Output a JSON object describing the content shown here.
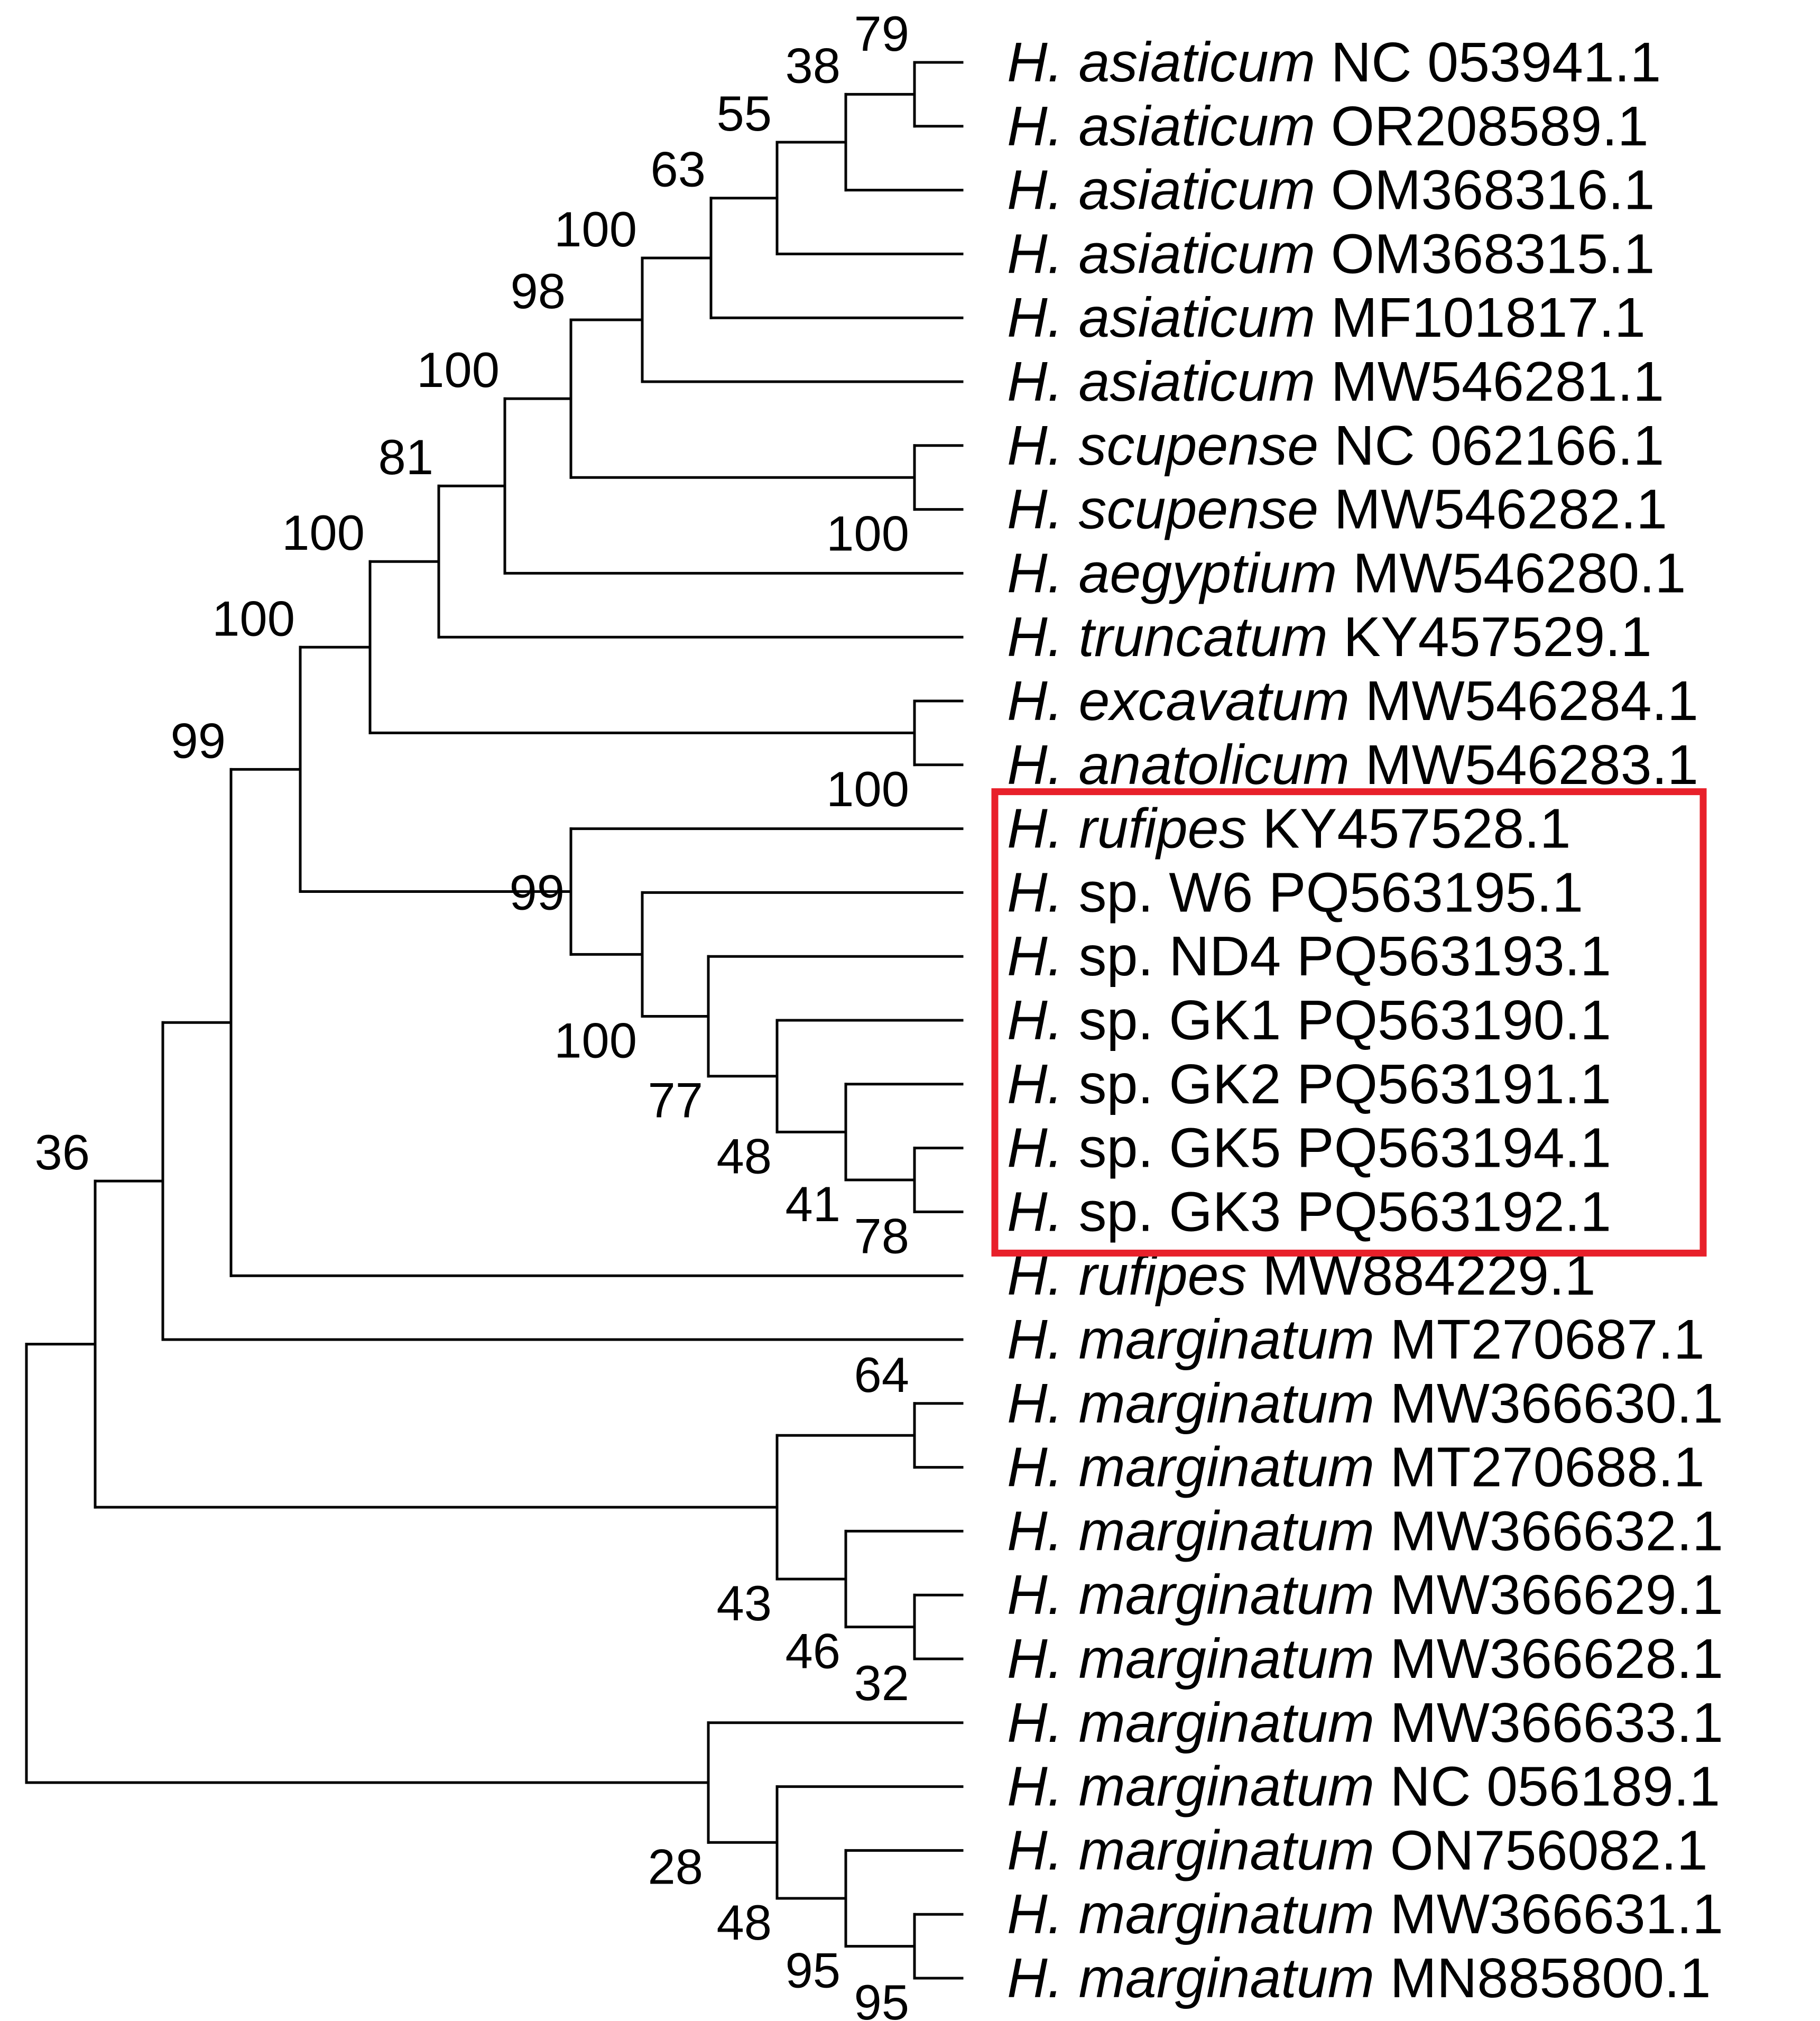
{
  "colors": {
    "highlight_box": "#e8202a",
    "highlight_support": "#1faa4b",
    "lines": "#000000",
    "text": "#000000"
  },
  "tips": [
    {
      "genus": "H.",
      "epithet": "asiaticum",
      "accession": "NC 053941.1"
    },
    {
      "genus": "H.",
      "epithet": "asiaticum",
      "accession": "OR208589.1"
    },
    {
      "genus": "H.",
      "epithet": "asiaticum",
      "accession": "OM368316.1"
    },
    {
      "genus": "H.",
      "epithet": "asiaticum",
      "accession": "OM368315.1"
    },
    {
      "genus": "H.",
      "epithet": "asiaticum",
      "accession": "MF101817.1"
    },
    {
      "genus": "H.",
      "epithet": "asiaticum",
      "accession": "MW546281.1"
    },
    {
      "genus": "H.",
      "epithet": "scupense",
      "accession": "NC 062166.1"
    },
    {
      "genus": "H.",
      "epithet": "scupense",
      "accession": "MW546282.1"
    },
    {
      "genus": "H.",
      "epithet": "aegyptium",
      "accession": "MW546280.1"
    },
    {
      "genus": "H.",
      "epithet": "truncatum",
      "accession": "KY457529.1"
    },
    {
      "genus": "H.",
      "epithet": "excavatum",
      "accession": "MW546284.1"
    },
    {
      "genus": "H.",
      "epithet": "anatolicum",
      "accession": "MW546283.1"
    },
    {
      "genus": "H.",
      "epithet": "rufipes",
      "accession": "KY457528.1"
    },
    {
      "genus": "H.",
      "epithet": "sp.",
      "accession": "W6 PQ563195.1"
    },
    {
      "genus": "H.",
      "epithet": "sp.",
      "accession": "ND4 PQ563193.1"
    },
    {
      "genus": "H.",
      "epithet": "sp.",
      "accession": "GK1 PQ563190.1"
    },
    {
      "genus": "H.",
      "epithet": "sp.",
      "accession": "GK2 PQ563191.1"
    },
    {
      "genus": "H.",
      "epithet": "sp.",
      "accession": "GK5 PQ563194.1"
    },
    {
      "genus": "H.",
      "epithet": "sp.",
      "accession": "GK3 PQ563192.1"
    },
    {
      "genus": "H.",
      "epithet": "rufipes",
      "accession": "MW884229.1"
    },
    {
      "genus": "H.",
      "epithet": "marginatum",
      "accession": "MT270687.1"
    },
    {
      "genus": "H.",
      "epithet": "marginatum",
      "accession": "MW366630.1"
    },
    {
      "genus": "H.",
      "epithet": "marginatum",
      "accession": "MT270688.1"
    },
    {
      "genus": "H.",
      "epithet": "marginatum",
      "accession": "MW366632.1"
    },
    {
      "genus": "H.",
      "epithet": "marginatum",
      "accession": "MW366629.1"
    },
    {
      "genus": "H.",
      "epithet": "marginatum",
      "accession": "MW366628.1"
    },
    {
      "genus": "H.",
      "epithet": "marginatum",
      "accession": "MW366633.1"
    },
    {
      "genus": "H.",
      "epithet": "marginatum",
      "accession": "NC 056189.1"
    },
    {
      "genus": "H.",
      "epithet": "marginatum",
      "accession": "ON756082.1"
    },
    {
      "genus": "H.",
      "epithet": "marginatum",
      "accession": "MW366631.1"
    },
    {
      "genus": "H.",
      "epithet": "marginatum",
      "accession": "MN885800.1"
    }
  ],
  "support": {
    "n_asia_0_1": "79",
    "n_asia_0_2": "38",
    "n_asia_0_3": "55",
    "n_asia_0_4": "63",
    "n_asia_all": "100",
    "n_scup": "100",
    "n_asia_scup": "98",
    "n_aeg": "100",
    "n_trunc": "81",
    "n_exc_ana": "100",
    "n_big": "100",
    "n_sp_inner_a": "78",
    "n_sp_inner_b": "41",
    "n_sp_inner_c": "48",
    "n_sp_inner_d": "77",
    "n_sp_all": "100",
    "n_ruf_sp": "99",
    "n_main": "100",
    "n_mt687": "99",
    "n_marg_a": "64",
    "n_marg_b": "32",
    "n_marg_c": "46",
    "n_marg_d": "43",
    "n_upper": "36",
    "n_marg_e": "95",
    "n_marg_f": "95",
    "n_marg_g": "48",
    "n_marg_h": "28"
  }
}
